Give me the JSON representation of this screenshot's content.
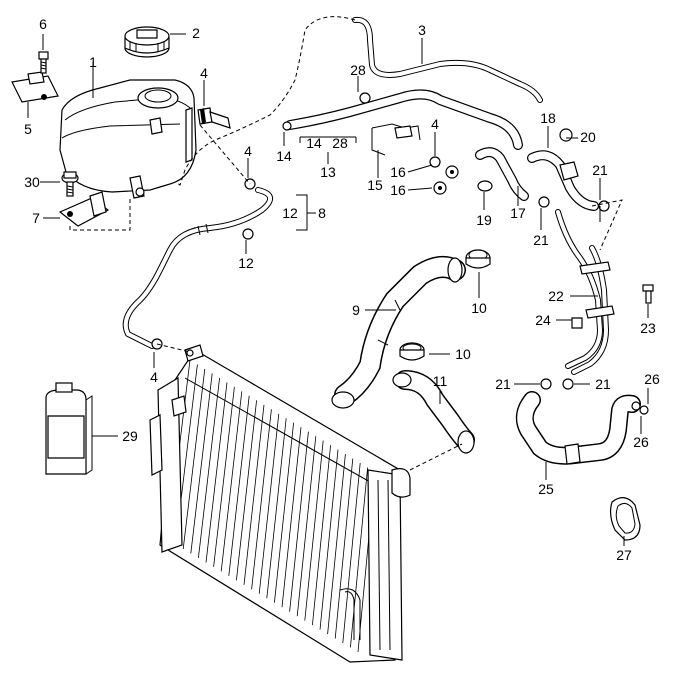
{
  "diagram": {
    "callouts": [
      "1",
      "2",
      "3",
      "4",
      "5",
      "6",
      "7",
      "8",
      "9",
      "10",
      "11",
      "12",
      "13",
      "14",
      "15",
      "16",
      "17",
      "18",
      "19",
      "20",
      "21",
      "22",
      "23",
      "24",
      "25",
      "26",
      "27",
      "28",
      "29",
      "30"
    ],
    "group_13_sublabels": [
      "14",
      "28"
    ]
  }
}
